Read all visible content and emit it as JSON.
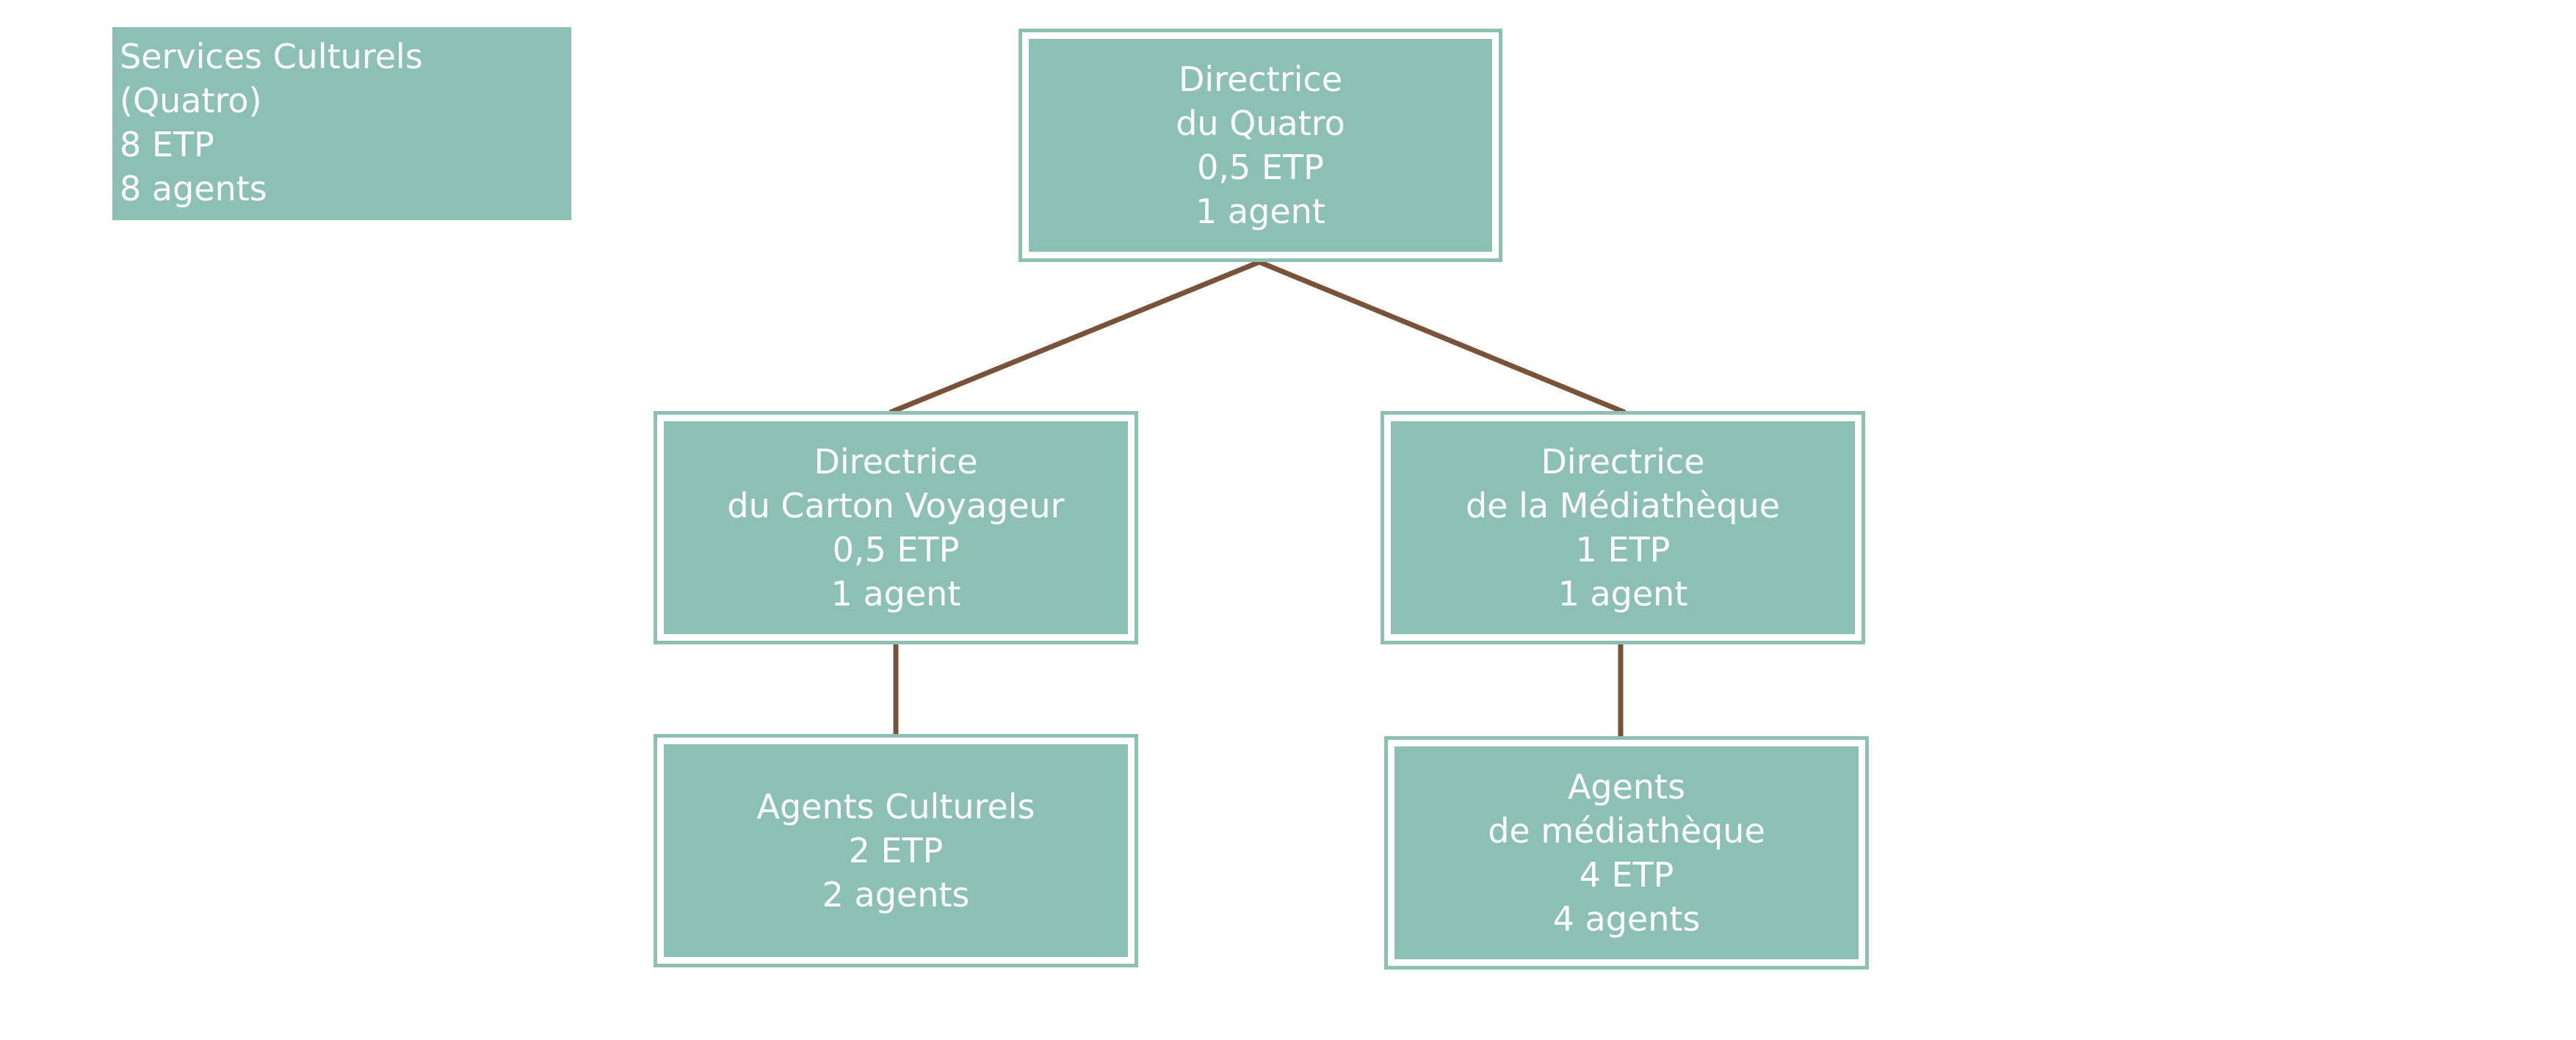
{
  "colors": {
    "box_fill": "#8bc0b2",
    "box_text": "#ffffff",
    "connector": "#7a5238"
  },
  "legend": {
    "line1": "Services Culturels",
    "line2": "(Quatro)",
    "line3": "8 ETP",
    "line4": "8 agents"
  },
  "nodes": {
    "directrice_quatro": {
      "title": "Directrice",
      "subtitle": "du Quatro",
      "etp": "0,5 ETP",
      "agents": "1 agent"
    },
    "directrice_carton": {
      "title": "Directrice",
      "subtitle": "du Carton Voyageur",
      "etp": "0,5 ETP",
      "agents": "1 agent"
    },
    "directrice_mediatheque": {
      "title": "Directrice",
      "subtitle": "de la Médiathèque",
      "etp": "1 ETP",
      "agents": "1 agent"
    },
    "agents_culturels": {
      "title": "Agents Culturels",
      "etp": "2 ETP",
      "agents": "2 agents"
    },
    "agents_mediatheque": {
      "title": "Agents",
      "subtitle": "de médiathèque",
      "etp": "4 ETP",
      "agents": "4 agents"
    }
  }
}
